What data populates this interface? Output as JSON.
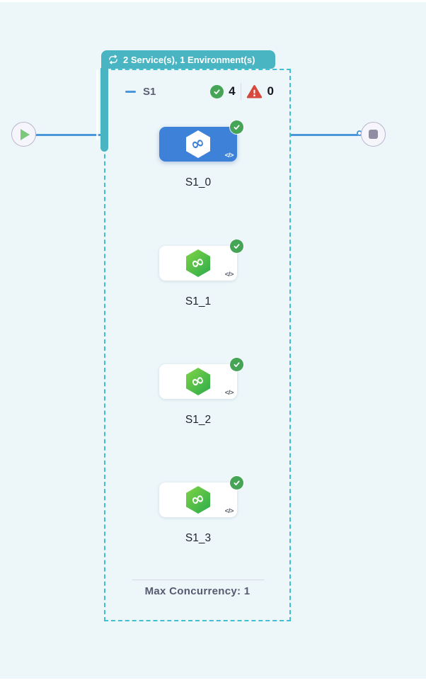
{
  "header_badge": {
    "label": "2 Service(s), 1 Environment(s)",
    "icon": "loop-icon",
    "bg_color": "#4ab5c2"
  },
  "stage": {
    "name": "S1",
    "success_count": "4",
    "failure_count": "0",
    "footer": "Max Concurrency: 1"
  },
  "nodes": [
    {
      "label": "S1_0",
      "selected": true,
      "status": "success"
    },
    {
      "label": "S1_1",
      "selected": false,
      "status": "success"
    },
    {
      "label": "S1_2",
      "selected": false,
      "status": "success"
    },
    {
      "label": "S1_3",
      "selected": false,
      "status": "success"
    }
  ],
  "icons": {
    "infinity": "∞",
    "code": "</>"
  },
  "colors": {
    "canvas_bg": "#edf7fa",
    "teal_badge": "#4ab5c2",
    "dashed_border": "#3fbfd0",
    "edge_blue": "#4a97db",
    "selected_node_blue": "#3d81d8",
    "hexagon_green_start": "#7fd443",
    "hexagon_green_end": "#2cab4d",
    "success_green": "#45a455",
    "error_red": "#d8483c",
    "start_play_green": "#7cc87c",
    "end_stop_gray": "#8f8da4"
  }
}
